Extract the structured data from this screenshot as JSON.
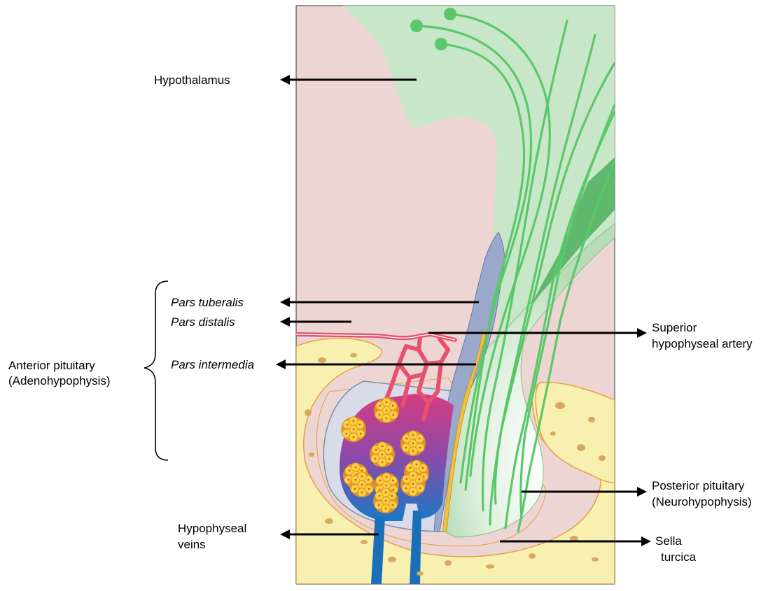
{
  "labels": {
    "hypothalamus": "Hypothalamus",
    "pars_tuberalis": "Pars tuberalis",
    "pars_intermedia": "Pars intermedia",
    "pars_distalis": "Pars distalis",
    "anterior_pituitary_line1": "Anterior pituitary",
    "anterior_pituitary_line2": "(Adenohypophysis)",
    "superior_artery_line1": "Superior",
    "superior_artery_line2": "hypophyseal artery",
    "posterior_pituitary_line1": "Posterior pituitary",
    "posterior_pituitary_line2": "(Neurohypophysis)",
    "sella_line1": "Sella",
    "sella_line2": "turcica",
    "veins_line1": "Hypophyseal",
    "veins_line2": "veins"
  },
  "colors": {
    "background_tissue": "#ecd5d2",
    "neural_tissue": "#c8e6c8",
    "nerve_fibers": "#5ac86a",
    "bone": "#f8f0b0",
    "bone_outline": "#e8a040",
    "artery": "#e8506e",
    "veins": "#1a6fb8",
    "pars_tuberalis": "#9aa8cc",
    "pars_intermedia": "#f0c040",
    "cell_clusters": "#f8c020"
  }
}
